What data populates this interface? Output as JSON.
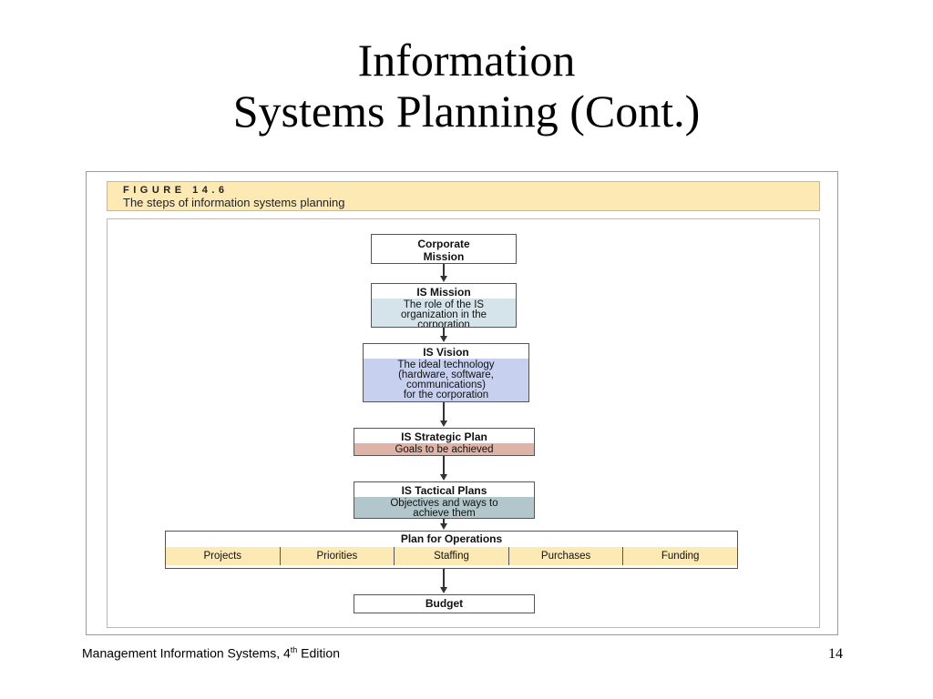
{
  "slide": {
    "title_line1": "Information",
    "title_line2": "Systems Planning (Cont.)"
  },
  "figure": {
    "number": "FIGURE 14.6",
    "caption": "The steps of information systems planning"
  },
  "flow": {
    "corporate_mission": "Corporate\nMission",
    "is_mission": {
      "head": "IS Mission",
      "body": "The role of the IS\norganization in the\ncorporation"
    },
    "is_vision": {
      "head": "IS Vision",
      "body": "The ideal technology\n(hardware, software,\ncommunications)\nfor the corporation"
    },
    "is_strategic_plan": {
      "head": "IS Strategic Plan",
      "body": "Goals to be achieved"
    },
    "is_tactical_plans": {
      "head": "IS Tactical Plans",
      "body": "Objectives and ways to\nachieve them"
    },
    "plan_for_operations": {
      "head": "Plan for Operations",
      "items": [
        "Projects",
        "Priorities",
        "Staffing",
        "Purchases",
        "Funding"
      ]
    },
    "budget": "Budget"
  },
  "footer": {
    "course": "Management Information Systems, 4",
    "sup": "th",
    "edition": " Edition",
    "page": "14"
  },
  "colors": {
    "caption_bg": "#fde9b4",
    "mission_body": "#d5e3ea",
    "vision_body": "#c7d0ee",
    "strategic_body": "#dfb3a7",
    "tactical_body": "#b1c7cc",
    "operations_cells": "#fde9b4"
  }
}
